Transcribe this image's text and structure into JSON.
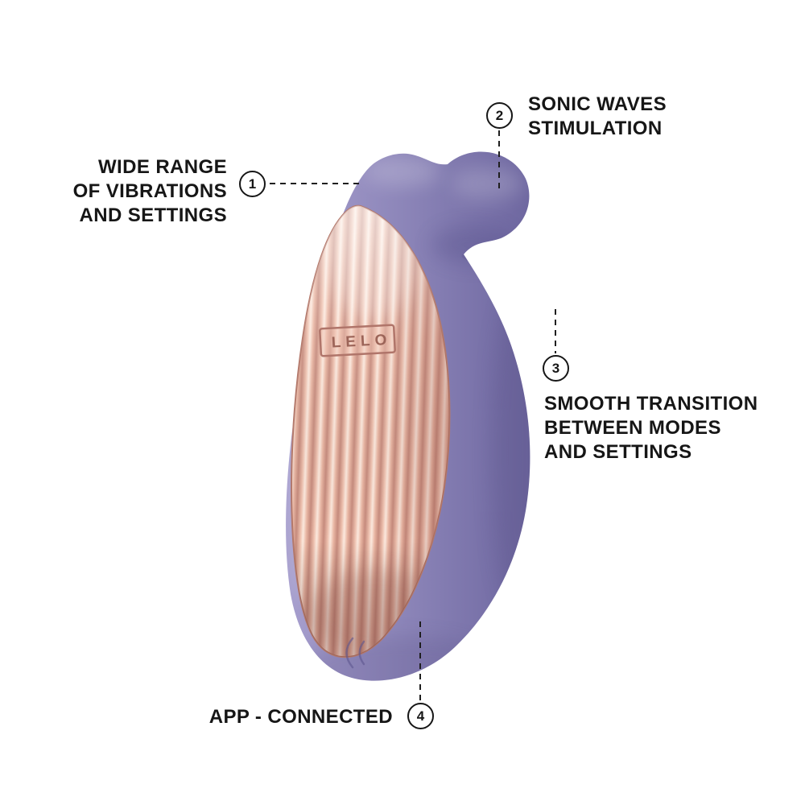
{
  "figure": {
    "brand": "LELO",
    "background": "#ffffff",
    "text_color": "#161616"
  },
  "device": {
    "name": "sonic-clitoral-massager",
    "body_color": "#8e87ba",
    "body_shadow_color": "#6e67a0",
    "panel_color": "#eab7a4",
    "panel_highlight": "#fceadf",
    "panel_shadow": "#c68b7d",
    "logo_color": "#9c6458"
  },
  "callouts": [
    {
      "number": "1",
      "lines": [
        "WIDE RANGE",
        "OF VIBRATIONS",
        "AND SETTINGS"
      ]
    },
    {
      "number": "2",
      "lines": [
        "SONIC WAVES",
        "STIMULATION"
      ]
    },
    {
      "number": "3",
      "lines": [
        "SMOOTH TRANSITION",
        "BETWEEN MODES",
        "AND SETTINGS"
      ]
    },
    {
      "number": "4",
      "lines": [
        "APP - CONNECTED"
      ]
    }
  ]
}
